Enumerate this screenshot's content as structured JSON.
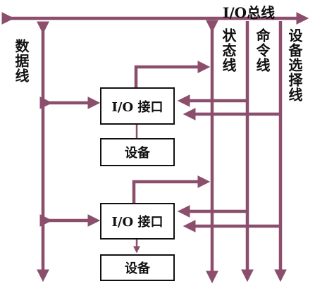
{
  "labels": {
    "io_bus": "I/O总线",
    "data_bus": "数据线",
    "status_bus": "状态线",
    "command_bus": "命令线",
    "device_select_bus": "设备选择线"
  },
  "modules": [
    {
      "interface_label": "I/O 接口",
      "device_label": "设备"
    },
    {
      "interface_label": "I/O 接口",
      "device_label": "设备"
    }
  ],
  "colors": {
    "bus": "#8c4e6d",
    "box_border": "#111111",
    "text": "#111111"
  }
}
